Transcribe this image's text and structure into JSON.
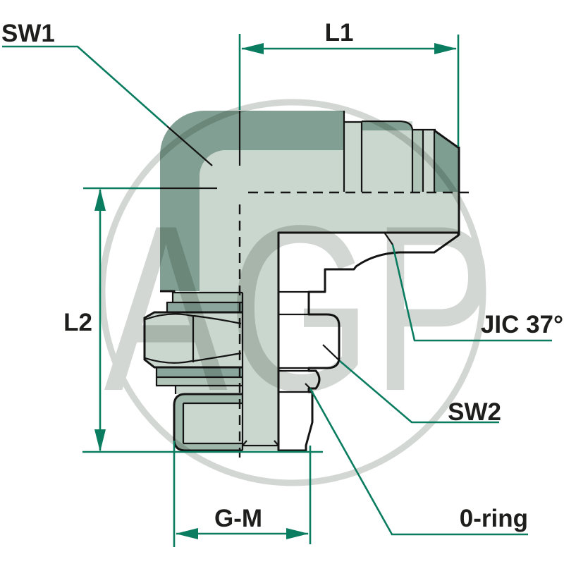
{
  "labels": {
    "sw1": "SW1",
    "l1": "L1",
    "l2": "L2",
    "jic": "JIC 37°",
    "sw2": "SW2",
    "oring": "0-ring",
    "gm": "G-M"
  },
  "watermark": "AGP",
  "colors": {
    "bg": "#ffffff",
    "green": "#0a7c5f",
    "ink": "#141414",
    "text": "#1e1e1c",
    "dark": "#81a093",
    "light": "#cad7ce",
    "mid": "#b0c4b7",
    "deep": "#8ba69c",
    "nose": "#7e9e91",
    "margin": "#9fb7aa",
    "hatch": "#8fac9e",
    "watermark": "#d0d4d1"
  }
}
